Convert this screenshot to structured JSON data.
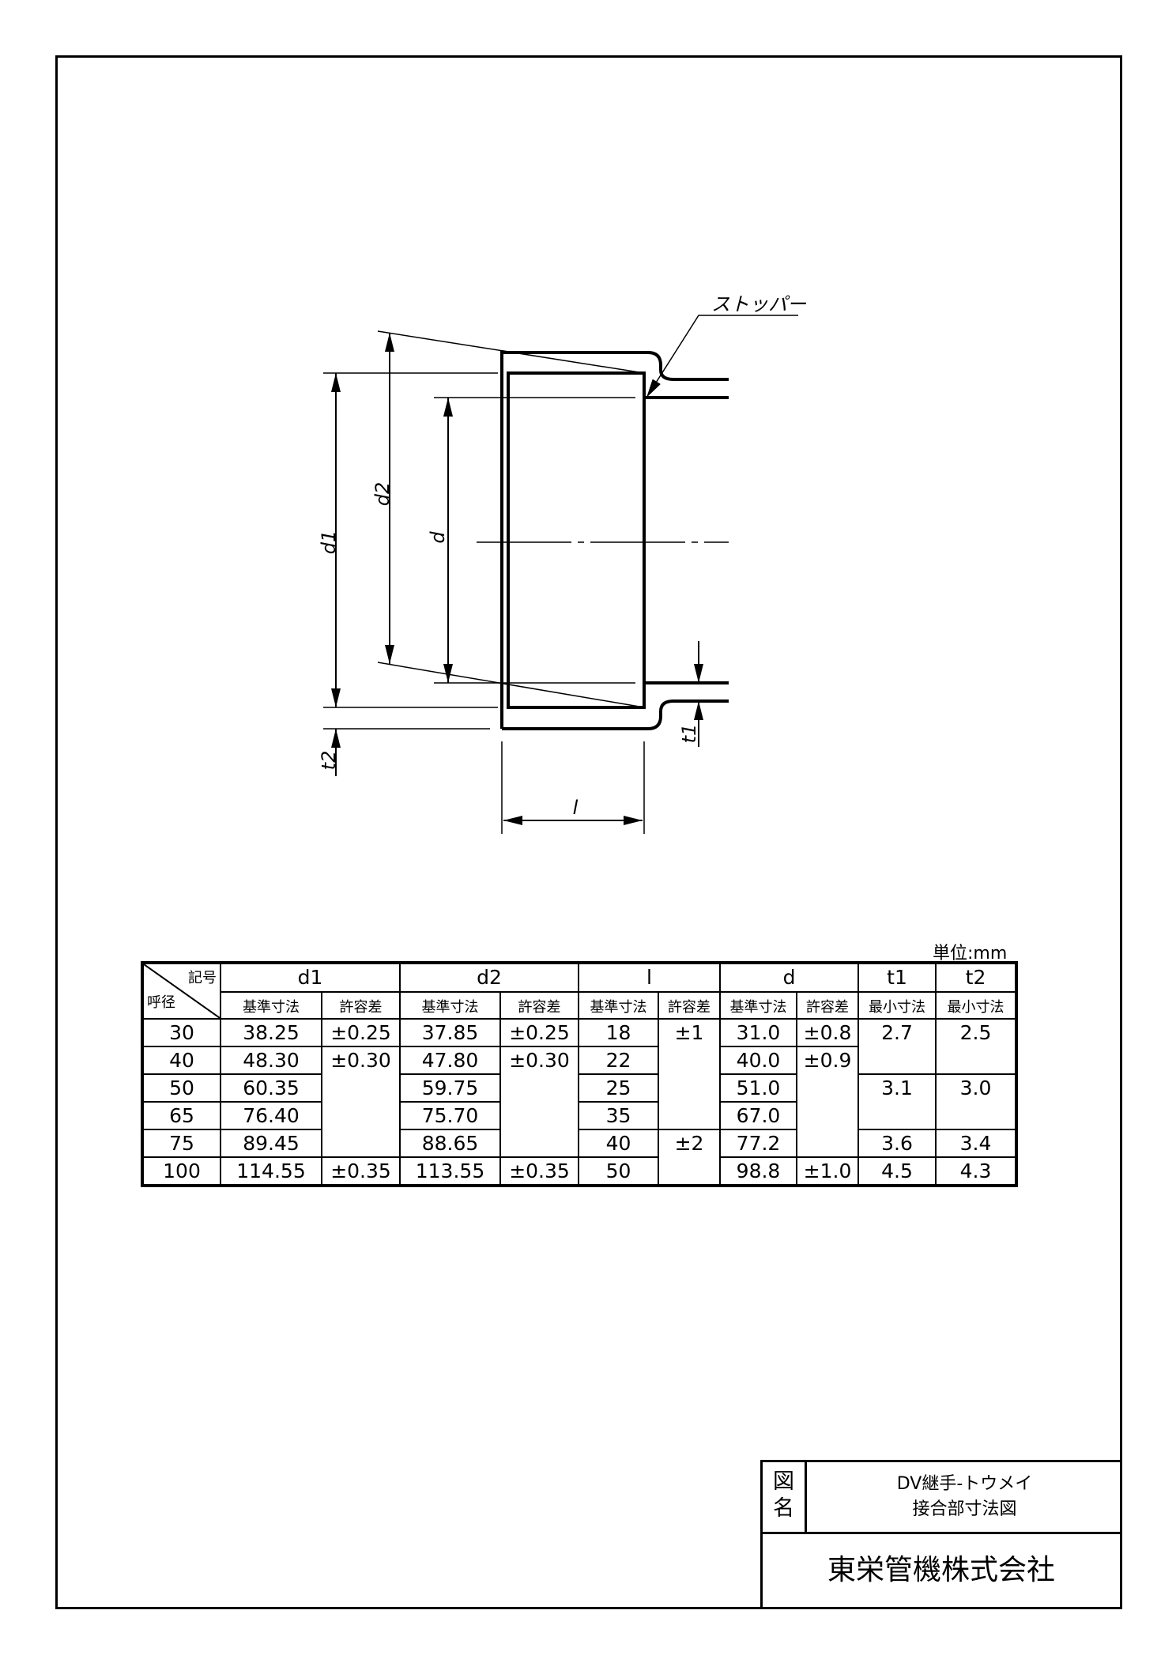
{
  "drawing": {
    "labels": {
      "d1": "d1",
      "d2": "d2",
      "d": "d",
      "t1": "t1",
      "t2": "t2",
      "l": "l"
    },
    "stopper_label": "ストッパー"
  },
  "table": {
    "unit": "単位:mm",
    "corner_symbol": "記号",
    "corner_nominal": "呼径",
    "groups": [
      "d1",
      "d2",
      "l",
      "d",
      "t1",
      "t2"
    ],
    "sub": {
      "base": "基準寸法",
      "tol": "許容差",
      "min": "最小寸法"
    },
    "rows": [
      {
        "size": "30",
        "d1": "38.25",
        "d1_tol": "±0.25",
        "d2": "37.85",
        "d2_tol": "±0.25",
        "l": "18",
        "l_tol": "±1",
        "d": "31.0",
        "d_tol": "±0.8",
        "t1": "2.7",
        "t2": "2.5"
      },
      {
        "size": "40",
        "d1": "48.30",
        "d1_tol": "±0.30",
        "d2": "47.80",
        "d2_tol": "±0.30",
        "l": "22",
        "d": "40.0",
        "d_tol": "±0.9"
      },
      {
        "size": "50",
        "d1": "60.35",
        "d2": "59.75",
        "l": "25",
        "d": "51.0",
        "t1": "3.1",
        "t2": "3.0"
      },
      {
        "size": "65",
        "d1": "76.40",
        "d2": "75.70",
        "l": "35",
        "d": "67.0"
      },
      {
        "size": "75",
        "d1": "89.45",
        "d2": "88.65",
        "l": "40",
        "l_tol": "±2",
        "d": "77.2",
        "t1": "3.6",
        "t2": "3.4"
      },
      {
        "size": "100",
        "d1": "114.55",
        "d1_tol": "±0.35",
        "d2": "113.55",
        "d2_tol": "±0.35",
        "l": "50",
        "d": "98.8",
        "d_tol": "±1.0",
        "t1": "4.5",
        "t2": "4.3"
      }
    ]
  },
  "title_block": {
    "label": "図名",
    "label_1": "図",
    "label_2": "名",
    "name_line1": "DV継手-トウメイ",
    "name_line2": "接合部寸法図",
    "company": "東栄管機株式会社"
  }
}
